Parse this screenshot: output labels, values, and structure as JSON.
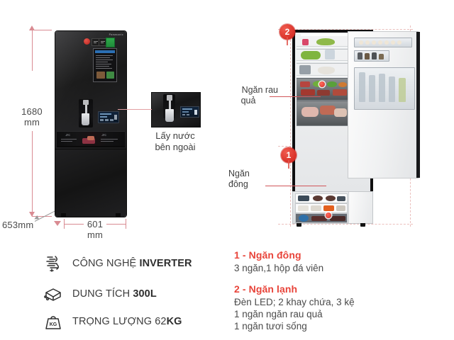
{
  "dimensions": {
    "height_label": "1680\nmm",
    "height_value": "1680",
    "height_unit": "mm",
    "depth_label": "653mm",
    "width_value": "601",
    "width_unit": "mm"
  },
  "inset": {
    "caption_line1": "Lấy nước",
    "caption_line2": "bên ngoài"
  },
  "photo_labels": {
    "vegetable": {
      "line1": "Ngăn rau",
      "line2": "quả"
    },
    "freezer": {
      "line1": "Ngăn",
      "line2": "đông"
    }
  },
  "badges": {
    "freezer": "1",
    "cooler": "2"
  },
  "features": [
    {
      "icon": "inverter-airflow-icon",
      "prefix": "CÔNG NGHỆ ",
      "bold": "INVERTER",
      "suffix": ""
    },
    {
      "icon": "capacity-box-icon",
      "prefix": "DUNG TÍCH ",
      "bold": "300L",
      "suffix": ""
    },
    {
      "icon": "weight-kg-icon",
      "prefix": "TRỌNG LƯỢNG 62",
      "bold": "KG",
      "suffix": ""
    }
  ],
  "specs": [
    {
      "heading": "1 - Ngăn đông",
      "lines": [
        "3 ngăn,1 hộp đá viên"
      ]
    },
    {
      "heading": "2 - Ngăn lạnh",
      "lines": [
        "Đèn LED; 2 khay chứa, 3 kệ",
        "1 ngăn ngăn rau quả",
        "1 ngăn tươi sống"
      ]
    }
  ],
  "colors": {
    "accent_red": "#e8443a",
    "guide_pink": "#d98b92",
    "badge_red": "#cf1f18",
    "text_gray": "#4a4a4a"
  }
}
